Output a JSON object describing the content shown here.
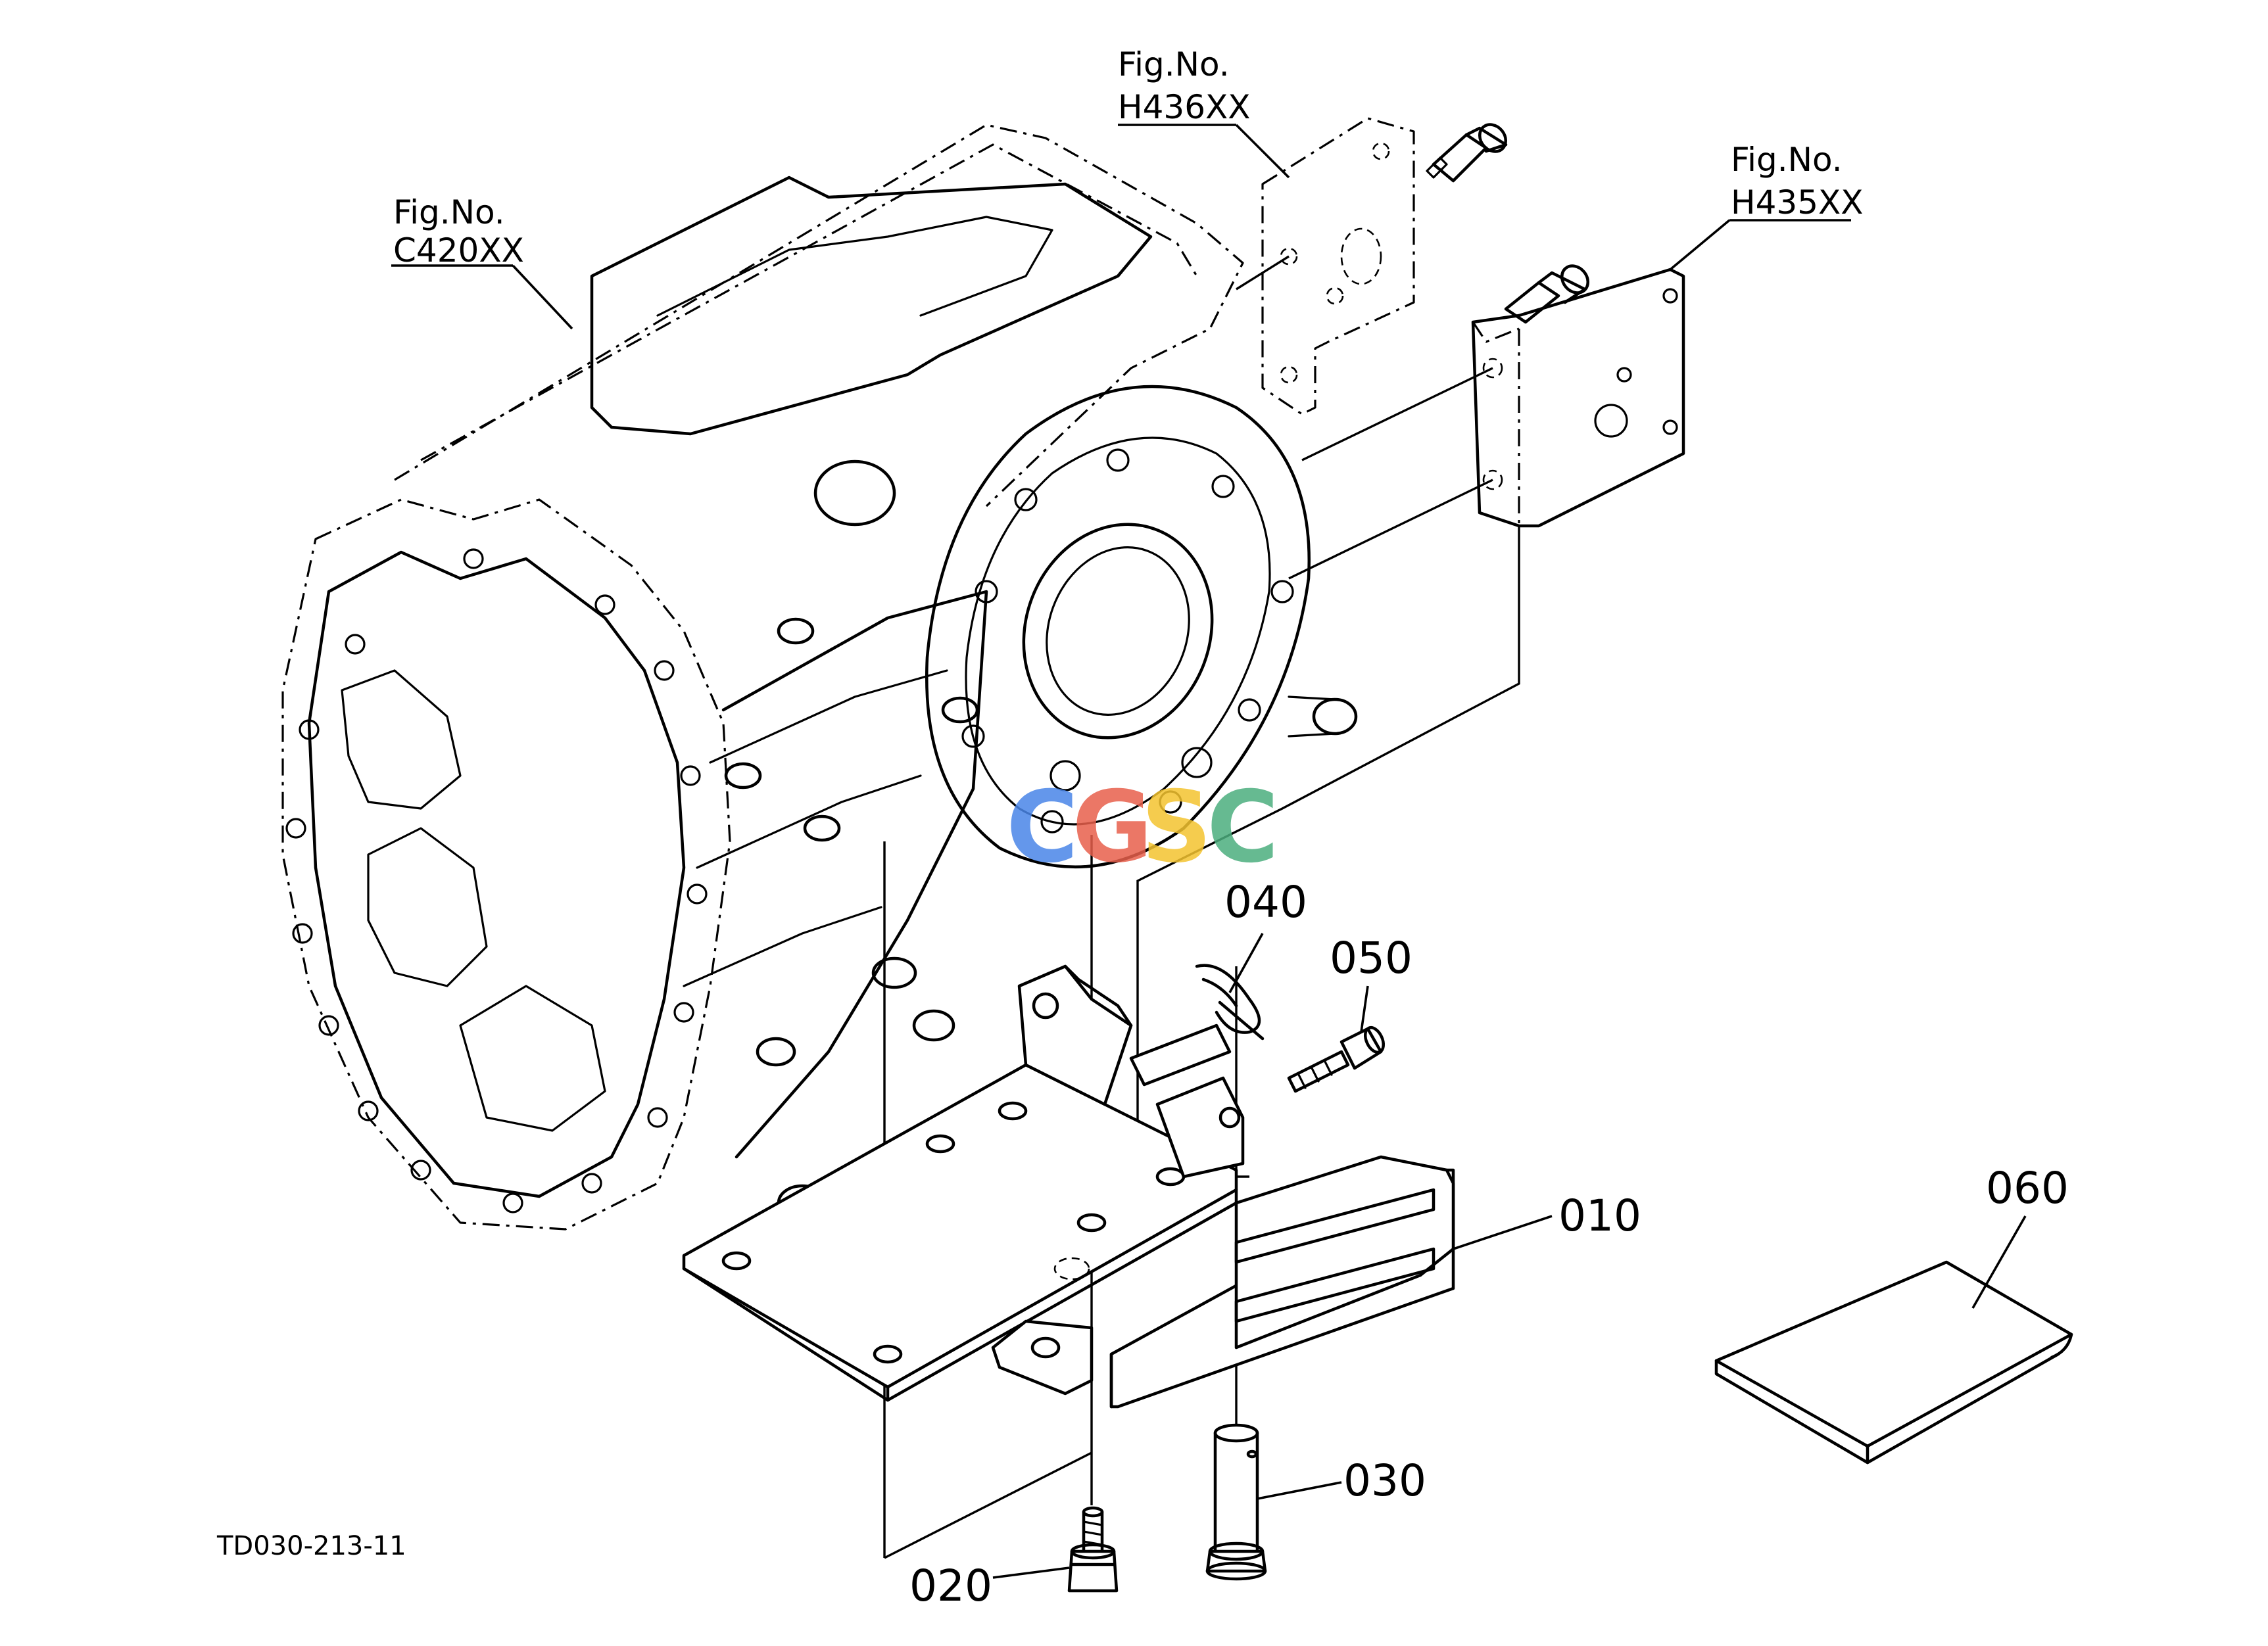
{
  "figure_refs": [
    {
      "label": "Fig.No.",
      "code": "C420XX"
    },
    {
      "label": "Fig.No.",
      "code": "H436XX"
    },
    {
      "label": "Fig.No.",
      "code": "H435XX"
    }
  ],
  "part_numbers": {
    "p010": "010",
    "p020": "020",
    "p030": "030",
    "p040": "040",
    "p050": "050",
    "p060": "060"
  },
  "drawing_code": "TD030-213-11",
  "watermark": {
    "letters": [
      "C",
      "G",
      "S",
      "C"
    ],
    "colors": [
      "#4a86e8",
      "#e8604c",
      "#f4c430",
      "#4cae7e"
    ]
  }
}
